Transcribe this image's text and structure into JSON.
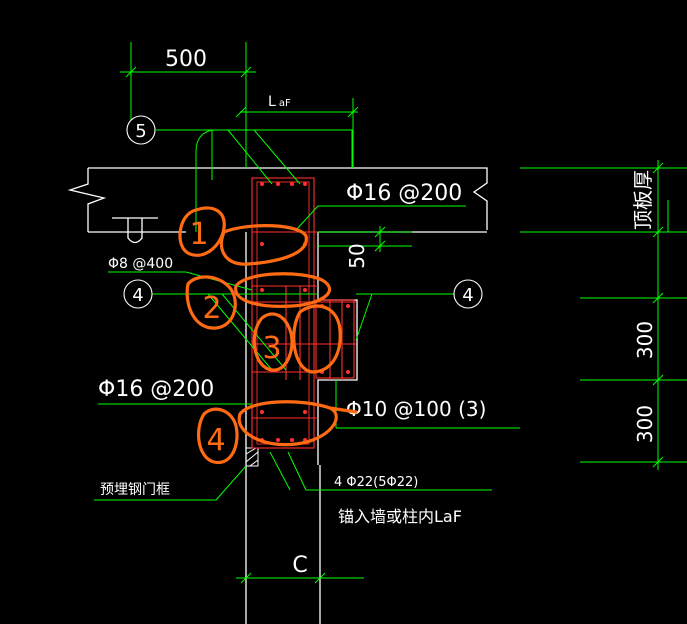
{
  "dimensions": {
    "top_width": "500",
    "anchor_length": "L",
    "anchor_length_sub": "aF",
    "cover": "50",
    "right_upper": "300",
    "right_lower": "300",
    "bottom_width": "C"
  },
  "labels": {
    "slab_rebar": "Φ16 @200",
    "tie_bar": "Φ8 @400",
    "wall_rebar": "Φ16 @200",
    "stirrup": "Φ10 @100 (3)",
    "main_bars": "4 Φ22(5Φ22)",
    "embedded_frame": "预埋钢门框",
    "anchor_note": "锚入墙或柱内LaF",
    "slab_thickness": "顶板厚"
  },
  "axis_markers": {
    "axis_5": "5",
    "axis_4_left": "4",
    "axis_4_right": "4"
  },
  "annotations": {
    "mark_1": "1",
    "mark_2": "2",
    "mark_3": "3",
    "mark_4": "4"
  },
  "colors": {
    "background": "#000000",
    "outline": "#ffffff",
    "dimension": "#00ff00",
    "rebar": "#ff3030",
    "annotation": "#ff6a13"
  }
}
